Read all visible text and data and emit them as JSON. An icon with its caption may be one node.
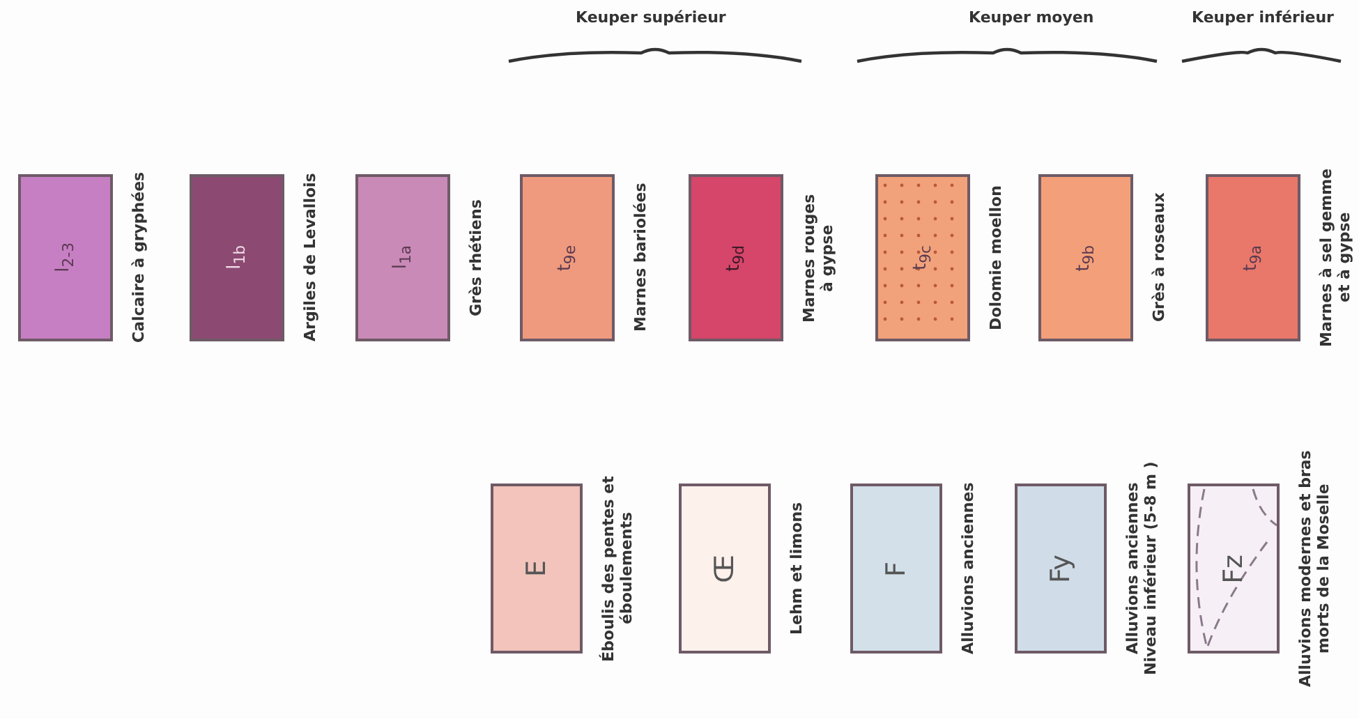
{
  "diagram": {
    "nodes": [
      {
        "text": [
          "l$_{2-3}$"
        ],
        "beside": [
          "Calcaire à gryphées"
        ]
      },
      {
        "text": [
          "l$_{1b}$"
        ],
        "beside": [
          "Argiles de Levallois"
        ]
      },
      {
        "text": [
          "l$_{1a}$"
        ],
        "beside": [
          "Grès rhétiens"
        ]
      },
      {
        "text": [
          "t$_{9e}$"
        ],
        "beside": [
          "Marnes bariolées"
        ]
      },
      {
        "text": [
          "t$_{9d}$"
        ],
        "beside": [
          "Marnes rouges à gypse"
        ]
      },
      {
        "text": [
          "t$_{9c}$"
        ],
        "beside": [
          "Dolomie moellon"
        ]
      },
      {
        "text": [
          "t$_{9b}$"
        ],
        "beside": [
          "Grès à roseaux"
        ]
      },
      {
        "text": [
          "t$_{9a}$"
        ],
        "beside": [
          "Marnes à sel gemme et à gypse"
        ]
      },
      {
        "text": [
          "E"
        ],
        "beside": [
          "Éboulis des pentes et éboulements"
        ]
      },
      {
        "text": [
          "Œ"
        ],
        "beside": [
          "Lehm et limons"
        ]
      },
      {
        "text": [
          "F"
        ],
        "beside": [
          "Alluvions anciennes"
        ]
      },
      {
        "text": [
          "Fy"
        ],
        "beside": [
          "Alluvions anciennes Niveau inférieur (5-8 m )"
        ]
      },
      {
        "text": [
          "Fz"
        ],
        "beside": [
          "Alluvions modernes et bras morts de la Moselle"
        ]
      }
    ],
    "labels": [
      "Keuper supérieur",
      "Keuper moyen",
      "Keuper inférieur"
    ]
  }
}
